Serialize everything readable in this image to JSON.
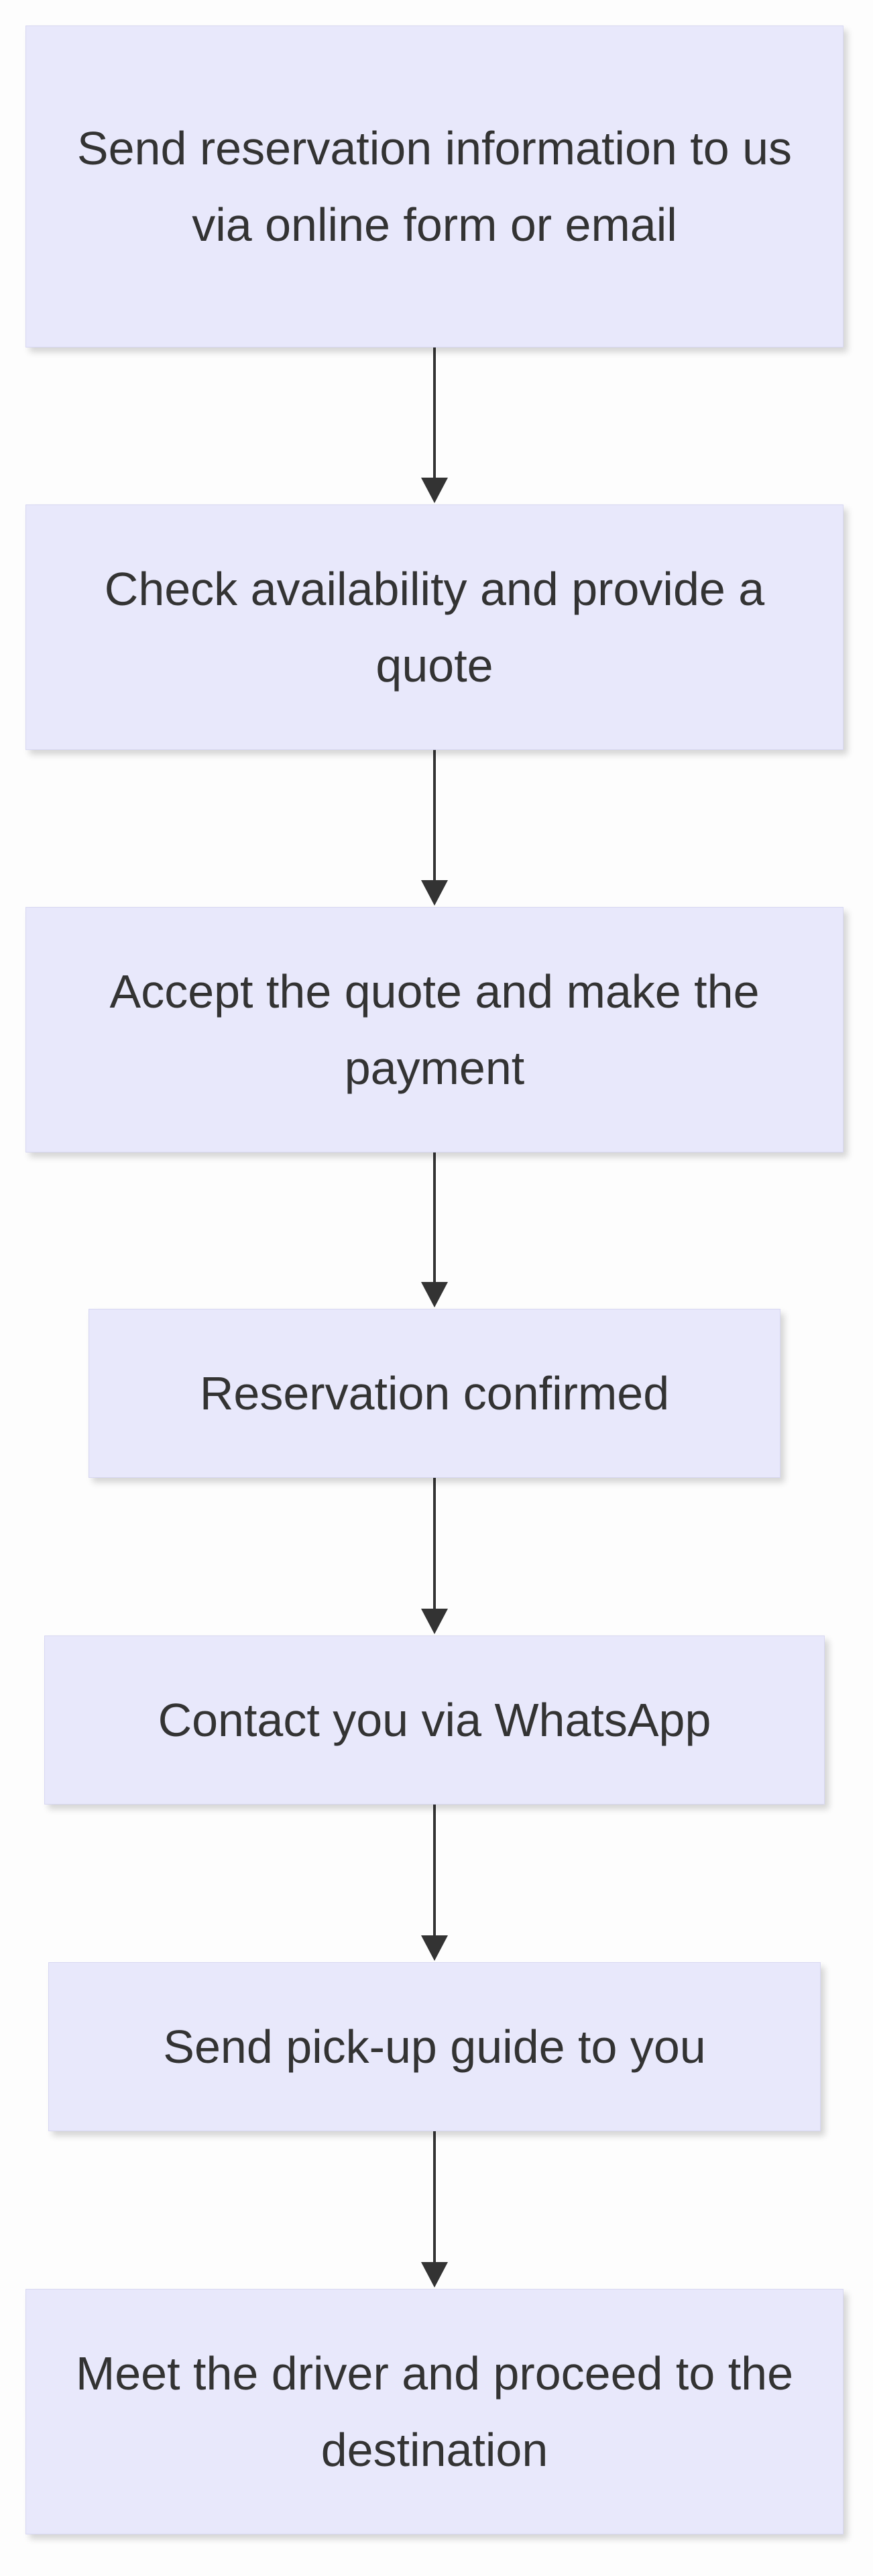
{
  "flowchart": {
    "steps": [
      {
        "label": "Send reservation information to us via online form or email"
      },
      {
        "label": "Check availability and provide a quote"
      },
      {
        "label": "Accept the quote and make the payment"
      },
      {
        "label": "Reservation confirmed"
      },
      {
        "label": "Contact you via WhatsApp"
      },
      {
        "label": "Send pick-up guide to you"
      },
      {
        "label": "Meet the driver and proceed to the destination"
      }
    ],
    "colors": {
      "node_fill": "#e8e8fb",
      "node_border": "#d7d7f2",
      "text": "#333333",
      "arrow": "#333333",
      "background": "#fdfdfd"
    }
  }
}
